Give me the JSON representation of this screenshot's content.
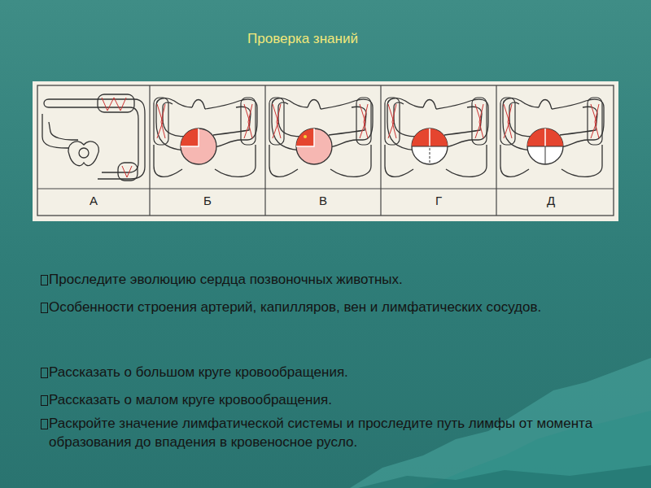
{
  "diagram": {
    "title": "Проверка знаний",
    "labels": [
      "А",
      "Б",
      "В",
      "Г",
      "Д",
      "Проследите эволюцию сердца позвоночных животных.",
      "Особенности строения артерий, капилляров, вен и лимфатических сосудов.",
      "Рассказать о большом круге  кровообращения.",
      "Рассказать о малом круге кровообращения.",
      "Раскройте значение лимфатической системы и проследите путь лимфы от момента образования до впадения в кровеносное русло."
    ]
  }
}
